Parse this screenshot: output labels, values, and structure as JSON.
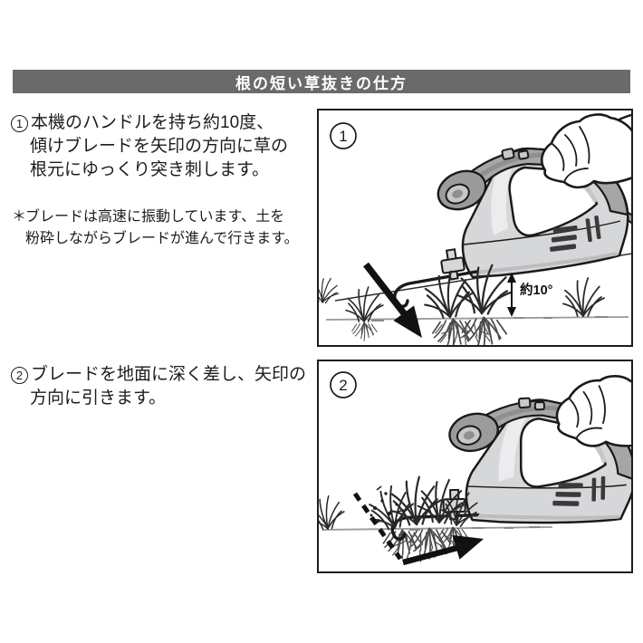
{
  "header": {
    "title": "根の短い草抜きの仕方",
    "bg": "#6a6a6c"
  },
  "steps": [
    {
      "num": "1",
      "lines": [
        "本機のハンドルを持ち約10度、",
        "傾けブレードを矢印の方向に草の",
        "根元にゆっくり突き刺します。"
      ]
    },
    {
      "num": "2",
      "lines": [
        "ブレードを地面に深く差し、矢印の",
        "方向に引きます。"
      ]
    }
  ],
  "note": {
    "marker": "＊",
    "lines": [
      "ブレードは高速に振動しています、土を",
      "粉砕しながらブレードが進んで行きます。"
    ]
  },
  "figures": [
    {
      "num": "1",
      "angle_label": "約10°"
    },
    {
      "num": "2"
    }
  ],
  "colors": {
    "header_bg": "#6a6a6c",
    "header_text": "#ffffff",
    "outline": "#1a1a1a",
    "tool_body": "#d6d7d9",
    "tool_dark": "#a5a6a8",
    "ground": "#9a9a9a"
  }
}
